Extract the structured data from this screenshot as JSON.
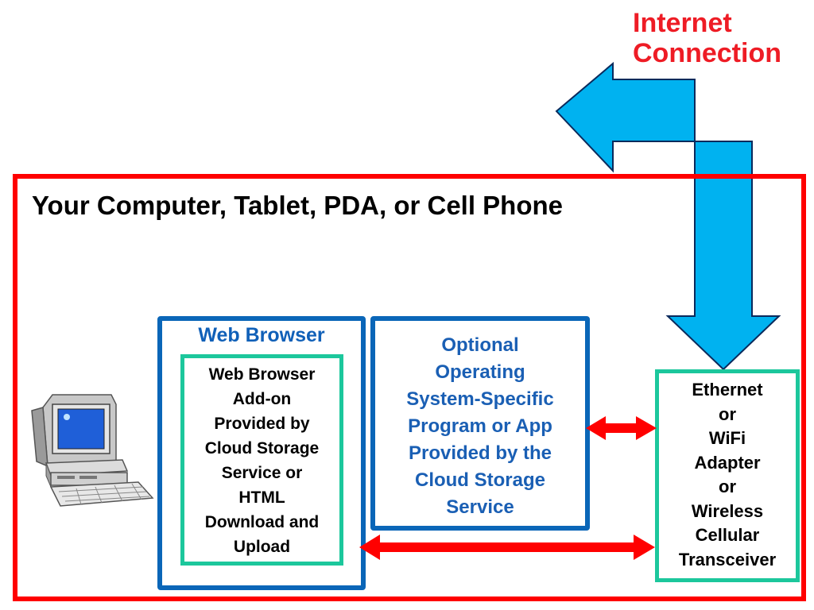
{
  "internet_label": "Internet\nConnection",
  "device_title": "Your Computer, Tablet, PDA, or Cell Phone",
  "web_browser": {
    "label": "Web Browser",
    "addon": "Web Browser\nAdd-on\nProvided by\nCloud Storage\nService or\nHTML\nDownload and\nUpload"
  },
  "app": "Optional\nOperating\nSystem-Specific\nProgram or App\nProvided by the\nCloud Storage\nService",
  "adapter": "Ethernet\nor\nWiFi\nAdapter\nor\nWireless\nCellular\nTransceiver",
  "colors": {
    "border_red": "#ff0000",
    "label_red": "#ee1c25",
    "arrow_blue": "#00b2f0",
    "box_blue": "#0a66b8",
    "box_green": "#1cc79c"
  },
  "icons": {
    "computer": "desktop-computer-icon",
    "arrows": [
      "internet-connection-arrow",
      "double-arrow-app-adapter",
      "double-arrow-browser-adapter"
    ]
  }
}
